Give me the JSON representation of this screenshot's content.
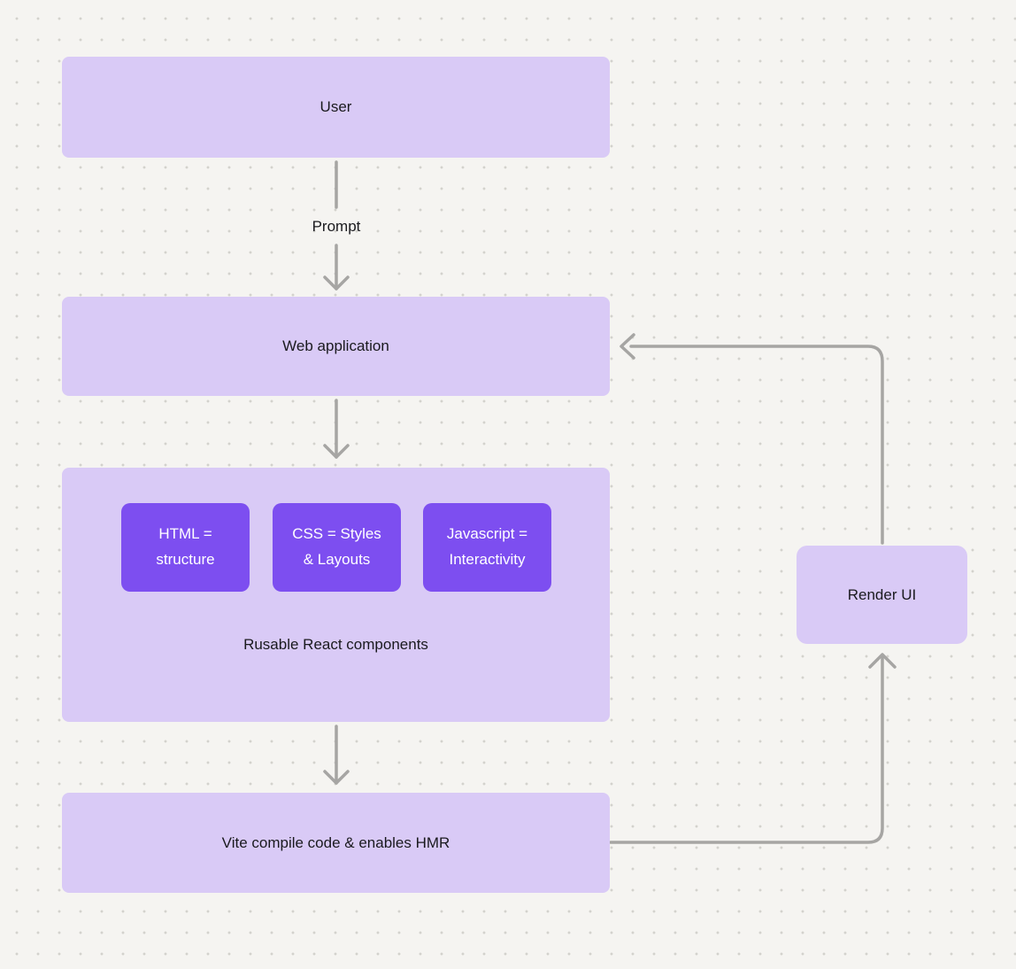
{
  "diagram": {
    "background": "#f5f4f1",
    "nodes": {
      "user": "User",
      "web_application": "Web application",
      "vite": "Vite compile code & enables HMR",
      "render_ui": "Render UI",
      "components_caption": "Rusable React components",
      "components": [
        {
          "line1": "HTML =",
          "line2": "structure"
        },
        {
          "line1": "CSS = Styles",
          "line2": "& Layouts"
        },
        {
          "line1": "Javascript =",
          "line2": "Interactivity"
        }
      ]
    },
    "edges": {
      "prompt_label": "Prompt"
    },
    "colors": {
      "node_fill": "#d9caf6",
      "accent_fill": "#7d4ef0",
      "arrow": "#a6a5a3",
      "text_dark": "#1a1a1e",
      "text_light": "#ffffff"
    }
  }
}
